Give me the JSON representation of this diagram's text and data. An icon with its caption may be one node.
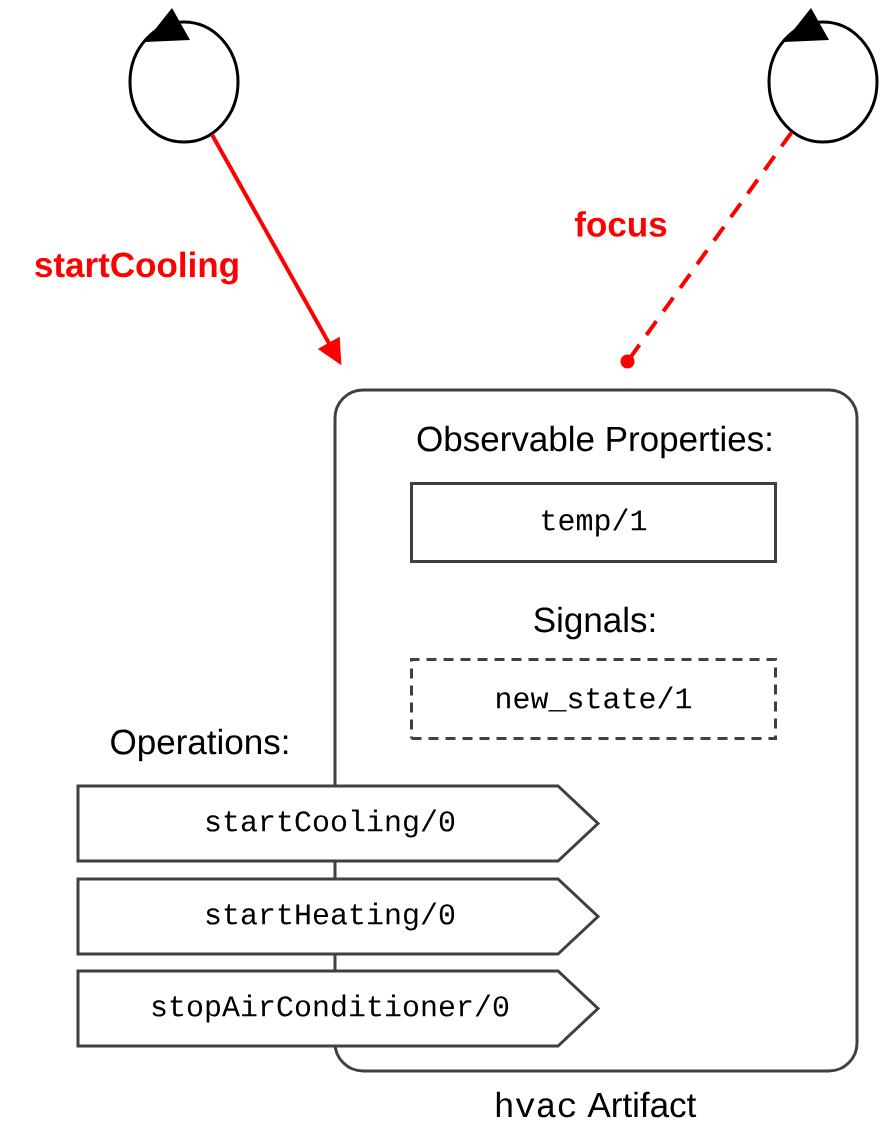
{
  "diagram": {
    "nodes": [
      {
        "text": [],
        "shape": "circle"
      },
      {
        "text": [],
        "shape": "circle"
      },
      {
        "text": [
          "Observable Properties:",
          "Signals:"
        ],
        "beside": [
          "hvac",
          "Artifact"
        ]
      },
      {
        "text": [
          "temp/1"
        ],
        "in": 2
      },
      {
        "text": [
          "new_state/1"
        ],
        "in": 2
      },
      {
        "text": [
          "startCooling/0"
        ]
      },
      {
        "text": [
          "startHeating/0"
        ]
      },
      {
        "text": [
          "stopAirConditioner/0"
        ]
      }
    ],
    "edges": [
      {
        "from": 0,
        "to": 2,
        "arrow": "to",
        "label": "startCooling",
        "color": "#ff0000"
      },
      {
        "from": 1,
        "to": 2,
        "arrow": "other",
        "label": "focus",
        "style": "dashed",
        "color": "#ff0000"
      }
    ],
    "labels": [
      "Operations:"
    ]
  }
}
